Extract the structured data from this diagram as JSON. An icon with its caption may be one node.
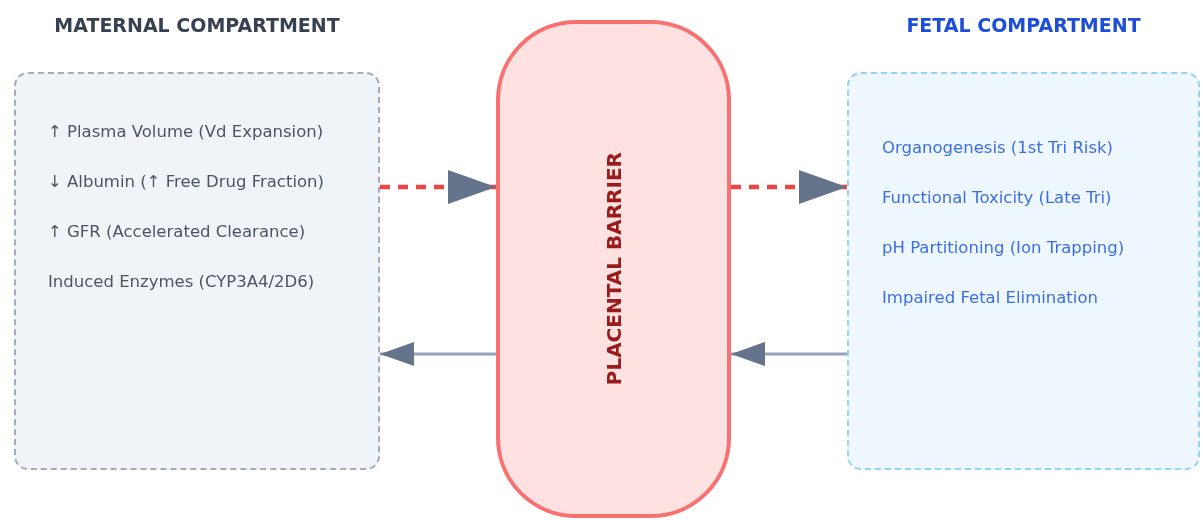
{
  "diagram": {
    "nodes": [
      {
        "text": [
          "MATERNAL COMPARTMENT",
          "↑ Plasma Volume (Vd Expansion)",
          "↓ Albumin (↑ Free Drug Fraction)",
          "↑ GFR (Accelerated Clearance)",
          "Induced Enzymes (CYP3A4/2D6)"
        ]
      },
      {
        "text": [
          "PLACENTAL BARRIER"
        ]
      },
      {
        "text": [
          "FETAL COMPARTMENT",
          "Organogenesis (1st Tri Risk)",
          "Functional Toxicity (Late Tri)",
          "pH Partitioning (Ion Trapping)",
          "Impaired Fetal Elimination"
        ]
      }
    ],
    "edges": [
      {
        "from": 0,
        "to": 1,
        "arrow": "to",
        "style": "dashed",
        "color": "#ef4444"
      },
      {
        "from": 1,
        "to": 2,
        "arrow": "to",
        "style": "dashed",
        "color": "#ef4444"
      },
      {
        "from": 1,
        "to": 0,
        "arrow": "to",
        "color": "#94a3b8"
      },
      {
        "from": 2,
        "to": 1,
        "arrow": "to",
        "color": "#94a3b8"
      }
    ]
  }
}
